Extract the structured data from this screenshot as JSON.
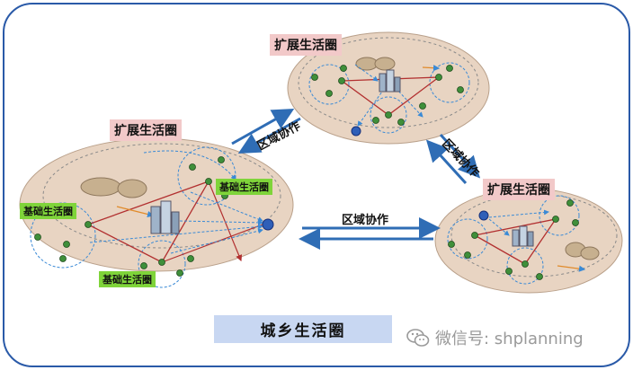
{
  "labels": {
    "expand_top": "扩展生活圈",
    "expand_left": "扩展生活圈",
    "expand_right": "扩展生活圈",
    "basic_left": "基础生活圈",
    "basic_upper": "基础生活圈",
    "basic_lower": "基础生活圈",
    "coop_left": "区域协作",
    "coop_right": "区域协作",
    "coop_middle": "区域协作",
    "main_title": "城乡生活圈",
    "watermark": "微信号: shplanning"
  },
  "colors": {
    "frame_border": "#2a5aa8",
    "ellipse_fill": "#e8d4c2",
    "pink_label": "#f2c9c9",
    "green_label": "#7fd43a",
    "title_band": "#c8d7f2",
    "arrow_blue": "#2f6db5",
    "link_red": "#b23030",
    "dash_blue": "#3a8ad6",
    "node_green": "#3f8f3a"
  },
  "icons": [
    "city-buildings-icon",
    "wechat-icon"
  ]
}
